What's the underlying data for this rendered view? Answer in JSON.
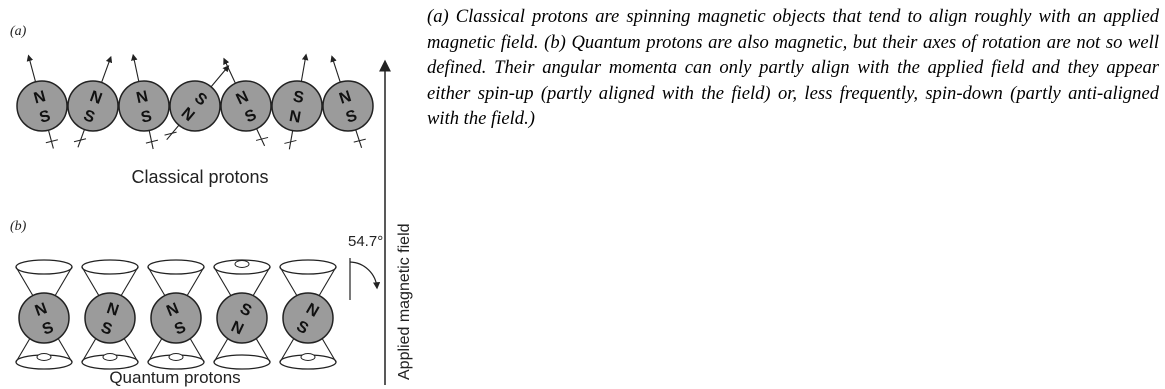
{
  "figure": {
    "label_a": "(a)",
    "label_b": "(b)",
    "classical_caption": "Classical protons",
    "quantum_caption": "Quantum protons",
    "axis_label": "Applied magnetic field",
    "angle_label": "54.7°",
    "pole_north": "N",
    "pole_south": "S"
  },
  "caption_text": "(a) Classical protons are spinning magnetic objects that tend to align roughly with an applied magnetic field.  (b) Quantum protons are also magnetic, but their axes of rotation are not so well defined. Their angular momenta can only partly align with the applied field and they appear either spin-up (partly aligned with the field) or,  less frequently, spin-down (partly anti-aligned with the field.)"
}
